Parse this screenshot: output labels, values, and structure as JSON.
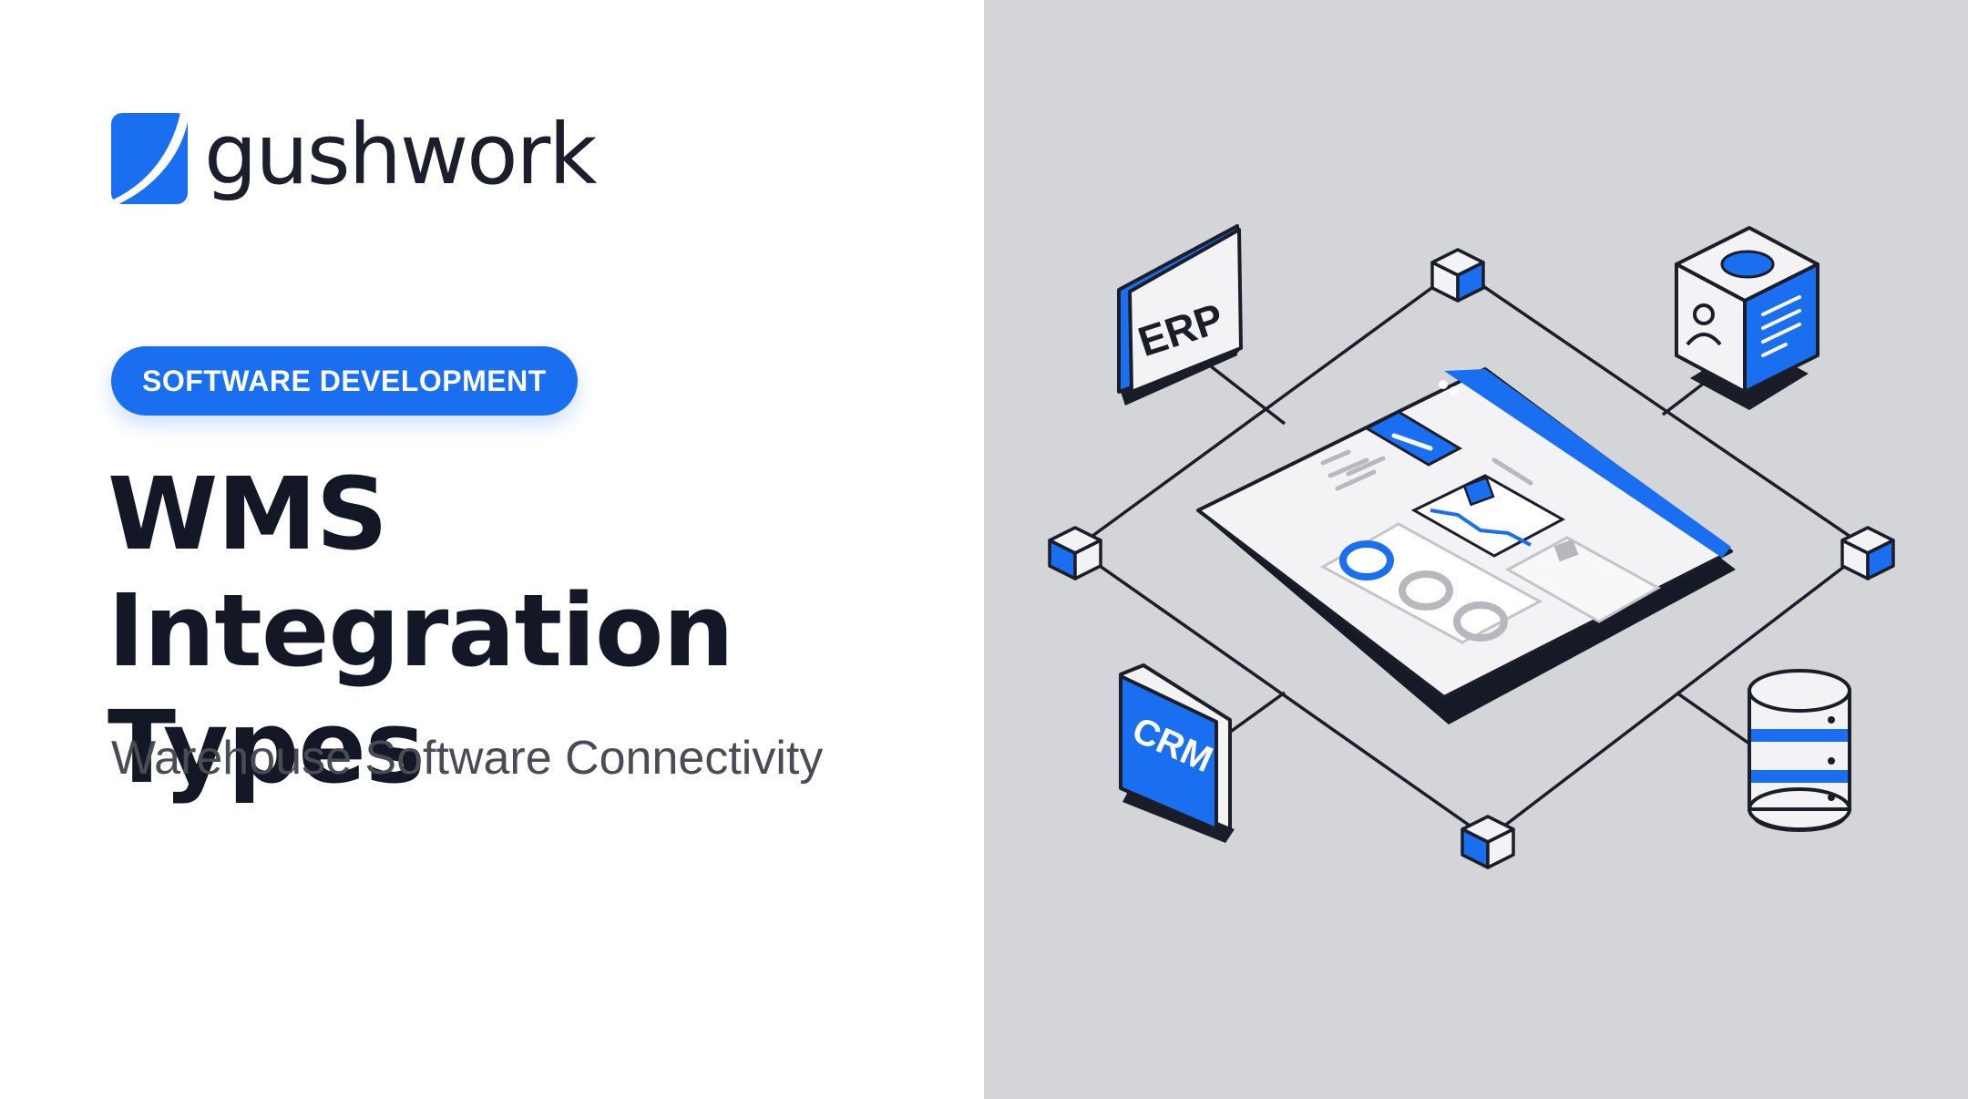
{
  "brand": {
    "name": "gushwork",
    "accent_color": "#1a6ff0",
    "text_color": "#1c1e2b"
  },
  "category_badge": "SOFTWARE DEVELOPMENT",
  "title": "WMS Integration Types",
  "subtitle": "Warehouse Software Connectivity",
  "illustration": {
    "nodes": [
      {
        "label": "ERP",
        "icon": "erp-box-icon"
      },
      {
        "label": "CRM",
        "icon": "crm-box-icon"
      },
      {
        "label": "",
        "icon": "users-document-cube-icon"
      },
      {
        "label": "",
        "icon": "database-icon"
      },
      {
        "label": "",
        "icon": "dashboard-window-icon"
      }
    ],
    "colors": {
      "background": "#d4d5d9",
      "accent": "#1a6ff0",
      "outline": "#181b26",
      "surface": "#ececee"
    }
  }
}
